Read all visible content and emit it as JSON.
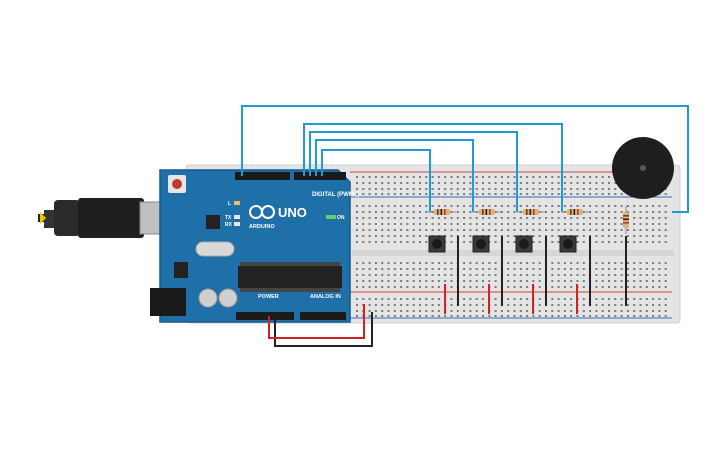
{
  "arduino": {
    "model_label": "UNO",
    "brand_label": "ARDUINO",
    "digital_header_label": "DIGITAL (PWM~)",
    "power_label": "POWER",
    "analog_label": "ANALOG IN",
    "led_labels": [
      "L",
      "TX",
      "RX"
    ],
    "on_label": "ON",
    "colors": {
      "board": "#1f6fa8",
      "board_dark": "#175a8a",
      "header": "#1a1a1a",
      "chip": "#222222"
    }
  },
  "breadboard": {
    "colors": {
      "body": "#e4e4e4",
      "rail_red": "#d04040",
      "rail_blue": "#3a6bc0",
      "hole": "#7a7a7a"
    }
  },
  "components": {
    "buttons": 4,
    "resistors": 5,
    "buzzer": 1
  },
  "wire_colors": {
    "signal": "#1e9bd0",
    "ground": "#222222",
    "power": "#d42020"
  }
}
